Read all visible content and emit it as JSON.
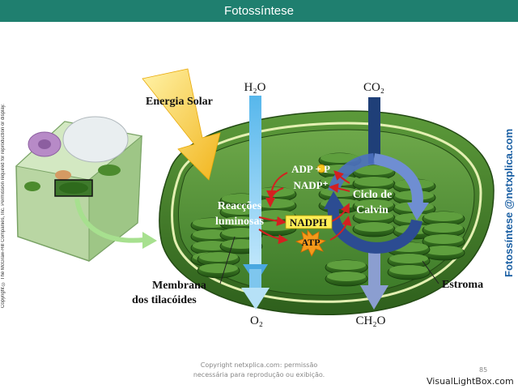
{
  "header": {
    "title": "Fotossíntese"
  },
  "labels": {
    "h2o": "H₂O",
    "co2": "CO₂",
    "o2": "O₂",
    "ch2o": "CH₂O",
    "solar": "Energia Solar",
    "adp": "ADP + P",
    "nadp": "NADP⁺",
    "nadph": "NADPH",
    "atp": "ATP",
    "light_line1": "Reacções",
    "light_line2": "luminosas",
    "calvin_line1": "Ciclo de",
    "calvin_line2": "Calvin",
    "membrane_line1": "Membrana",
    "membrane_line2": "dos tilacóides",
    "stroma": "Estroma"
  },
  "side": {
    "copyright": "Copyright © The McGraw-Hill Companies, Inc. Permission required for reproduction or display.",
    "brand": "Fotossíntese @netxplica.com"
  },
  "footer": {
    "line1": "Copyright netxplica.com: permissão",
    "line2": "necessária para reprodução ou exibição.",
    "slide_number": "85",
    "watermark": "VisualLightBox.com"
  },
  "colors": {
    "header_bg": "#1f7f6f",
    "stroma": "#3f7a2c",
    "thylakoid": "#2f6b1f",
    "water_arrow": "#4aa8e0",
    "co2_arrow": "#1f3f78",
    "solar_arrow": "#f5c42a",
    "reaction_arrow": "#d42020",
    "nadph_box": "#ffee55"
  }
}
